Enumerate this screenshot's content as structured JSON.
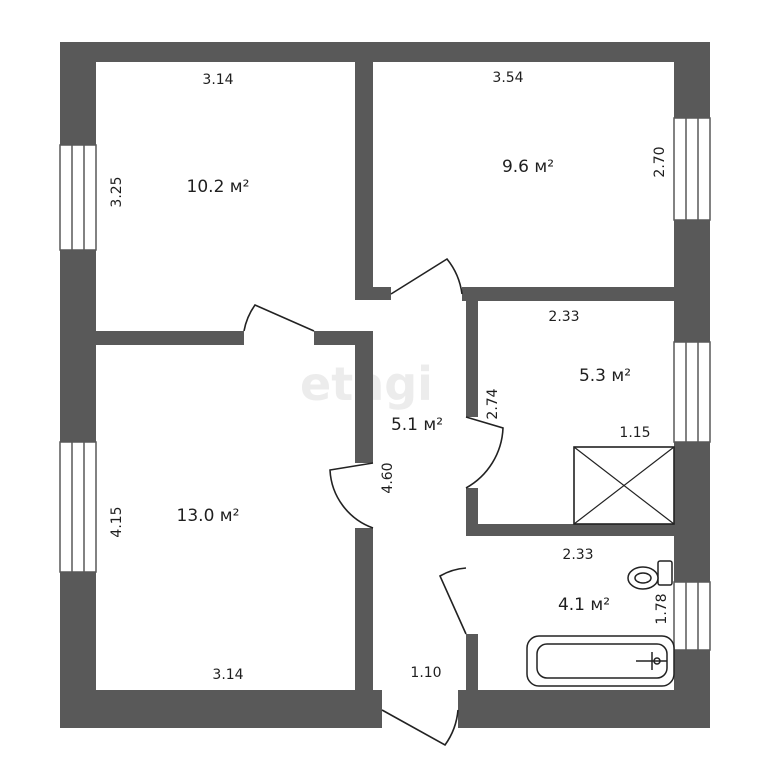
{
  "watermark": "etagi",
  "colors": {
    "wall": "#595959",
    "window_glass": "#ffffff",
    "line": "#222222",
    "background": "#ffffff"
  },
  "rooms": {
    "room_top_left": {
      "area": "10.2 м²",
      "width": "3.14",
      "height": "3.25"
    },
    "room_top_right": {
      "area": "9.6 м²",
      "width": "3.54",
      "height": "2.70"
    },
    "room_bottom_left": {
      "area": "13.0 м²",
      "width": "3.14",
      "height": "4.15"
    },
    "hallway": {
      "area": "5.1 м²",
      "length": "4.60",
      "entrance": "1.10"
    },
    "kitchen": {
      "area": "5.3 м²",
      "width": "2.33",
      "height": "2.74",
      "stove": "1.15"
    },
    "bathroom": {
      "area": "4.1 м²",
      "width": "2.33",
      "height": "1.78"
    }
  },
  "fixtures": [
    "stove-icon",
    "toilet-icon",
    "bathtub-icon"
  ]
}
